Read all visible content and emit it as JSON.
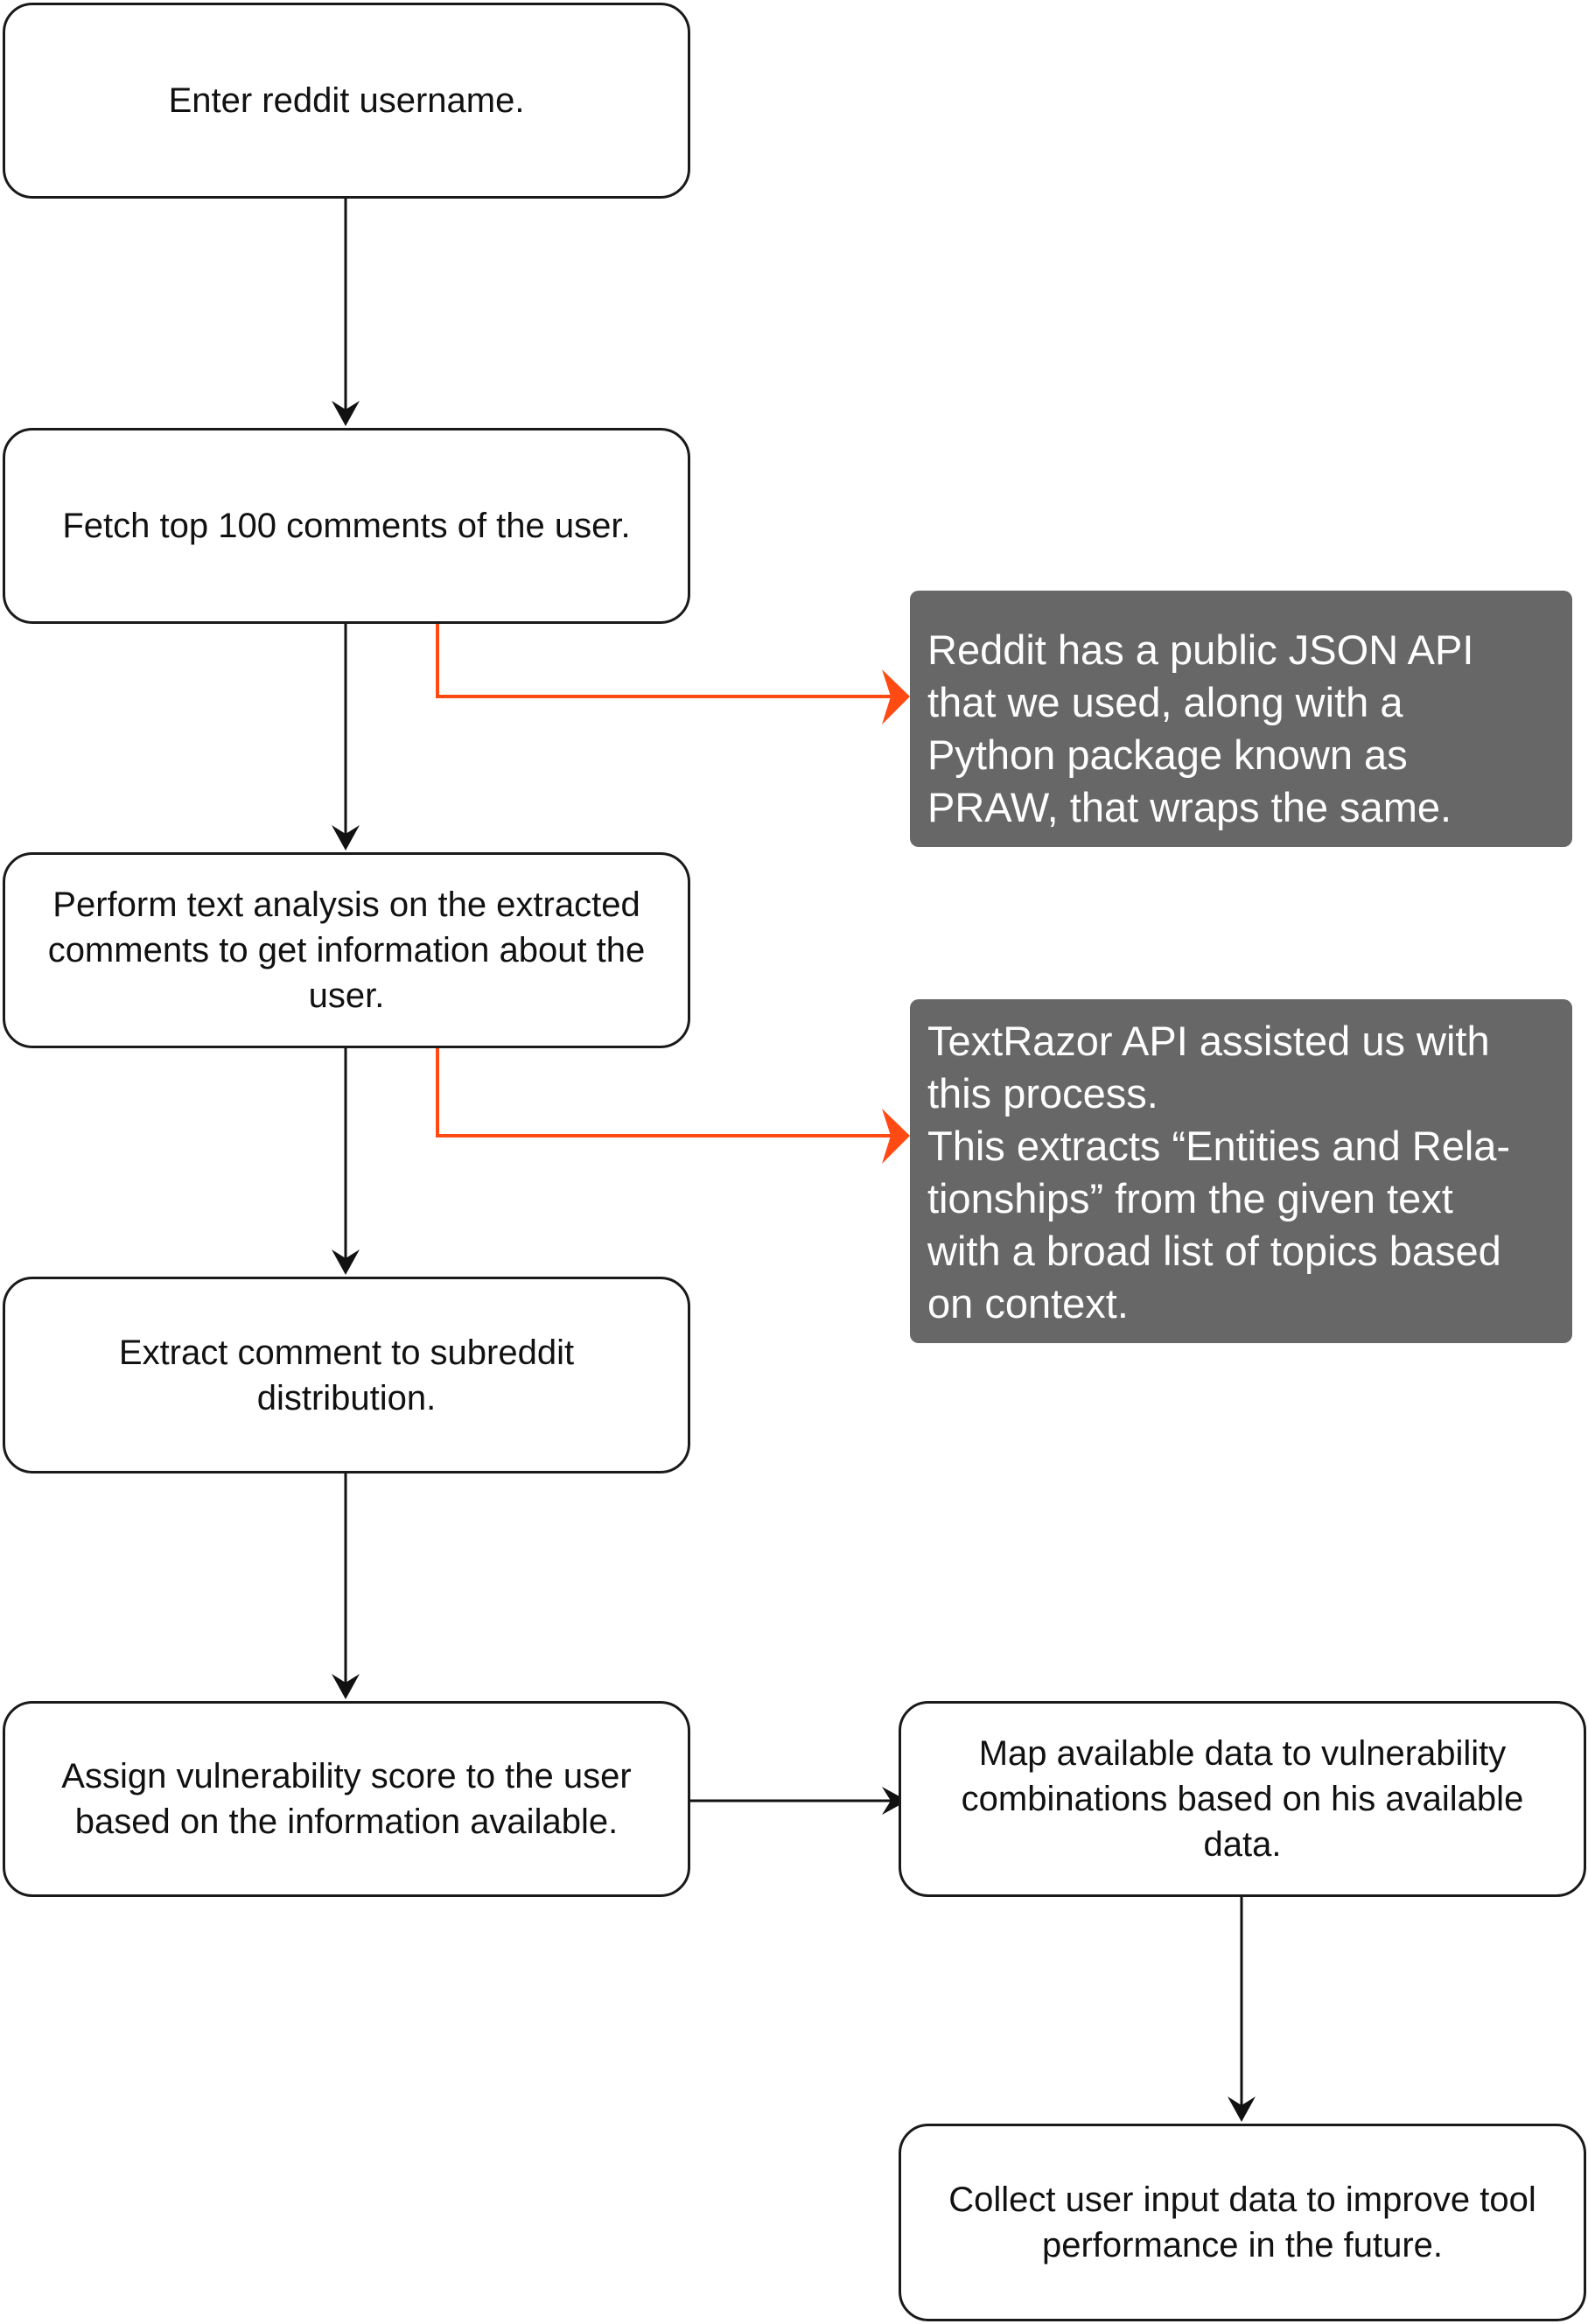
{
  "steps": [
    {
      "id": "s1",
      "text": "Enter reddit username."
    },
    {
      "id": "s2",
      "text": "Fetch top 100 comments of the user."
    },
    {
      "id": "s3",
      "text": "Perform text analysis on the extracted comments to get information about the user."
    },
    {
      "id": "s4",
      "text": "Extract comment to subreddit distribution."
    },
    {
      "id": "s5",
      "text": "Assign vulnerability score to the user based on the information available."
    },
    {
      "id": "s6",
      "text": "Map available data to vulnerability combinations based on his available data."
    },
    {
      "id": "s7",
      "text": "Collect user input data to improve tool performance in the future."
    }
  ],
  "notes": [
    {
      "id": "n1",
      "text": "Reddit has a public JSON API\nthat we used, along with a\nPython package known as\nPRAW, that wraps the same."
    },
    {
      "id": "n2",
      "text": "TextRazor API assisted us with\nthis process.\nThis extracts “Entities and Rela-\ntionships” from the given text\nwith a broad list of topics based\non context."
    }
  ],
  "colors": {
    "box_border": "#1a1a1a",
    "arrow": "#111111",
    "note_arrow": "#ff4a14",
    "note_background": "#676767",
    "note_text": "#ffffff"
  }
}
